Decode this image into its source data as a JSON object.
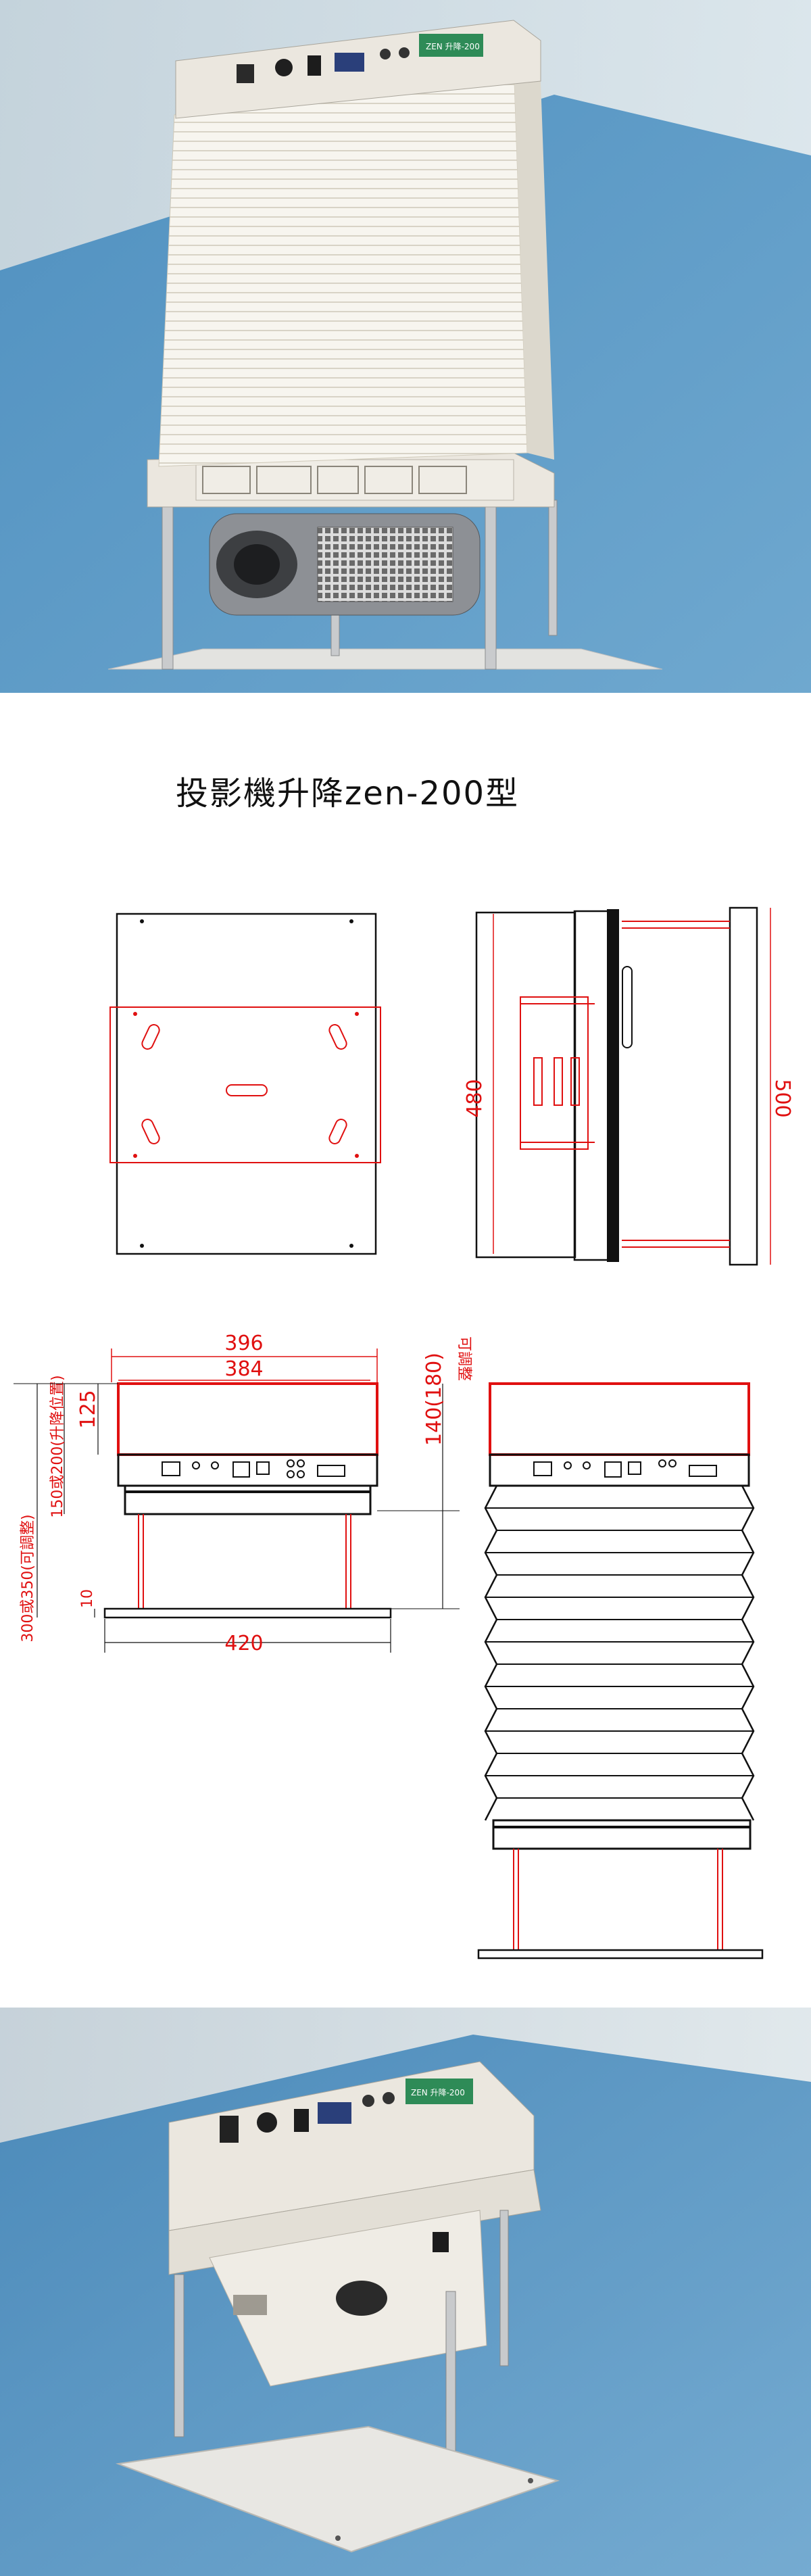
{
  "title": "投影機升降zen-200型",
  "label_plate": "ZEN 升降-200",
  "colors": {
    "wall_blue": "#5f9bc4",
    "ceiling": "#e9ecea",
    "housing": "#ece9e2",
    "bellows": "#f6f4ee",
    "dimension_red": "#e01010",
    "outline": "#111111",
    "projector": "#777a7e",
    "plate": "#e6e6e2"
  },
  "dimensions": {
    "height_480": "480",
    "height_500": "500",
    "width_396": "396",
    "width_384": "384",
    "width_420": "420",
    "depth_125": "125",
    "depth_10": "10",
    "drop_140": "140(180)",
    "drop_140_note": "可調整",
    "lift_150": "150或200(升降位置)",
    "lift_300": "300或350(可調整)"
  }
}
